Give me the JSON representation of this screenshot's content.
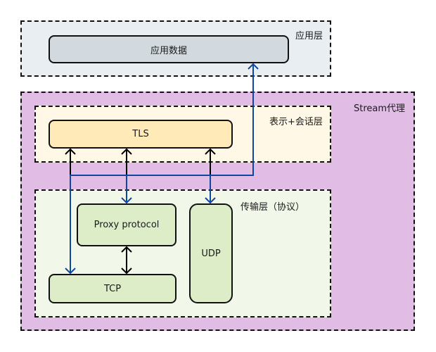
{
  "regions": {
    "application_layer": {
      "label": "应用层",
      "fill": "#e9eef2"
    },
    "stream_proxy": {
      "label": "Stream代理",
      "fill": "#e1bde6"
    },
    "presentation_session_layer": {
      "label": "表示+会话层",
      "fill": "#fff8e6"
    },
    "transport_layer": {
      "label": "传输层（协议）",
      "fill": "#f1f8e9"
    }
  },
  "nodes": {
    "app_data": {
      "label": "应用数据",
      "fill": "#d3dadf"
    },
    "tls": {
      "label": "TLS",
      "fill": "#ffeab8"
    },
    "proxy_protocol": {
      "label": "Proxy protocol",
      "fill": "#dcedc8"
    },
    "tcp": {
      "label": "TCP",
      "fill": "#dcedc8"
    },
    "udp": {
      "label": "UDP",
      "fill": "#dcedc8"
    }
  },
  "edges": [
    {
      "from": "tcp",
      "to": "tls",
      "style": "black-double",
      "color": "#000000"
    },
    {
      "from": "proxy_protocol",
      "to": "tls",
      "style": "black-double",
      "color": "#000000"
    },
    {
      "from": "udp",
      "to": "tls",
      "style": "black-double",
      "color": "#000000"
    },
    {
      "from": "proxy_protocol",
      "to": "tcp",
      "style": "black-double",
      "color": "#000000"
    },
    {
      "from": "app_data",
      "to": "tcp",
      "style": "blue-bidirectional",
      "color": "#0d47a1"
    },
    {
      "from": "app_data",
      "to": "proxy_protocol",
      "style": "blue-bidirectional",
      "color": "#0d47a1"
    },
    {
      "from": "app_data",
      "to": "udp",
      "style": "blue-bidirectional",
      "color": "#0d47a1"
    }
  ]
}
